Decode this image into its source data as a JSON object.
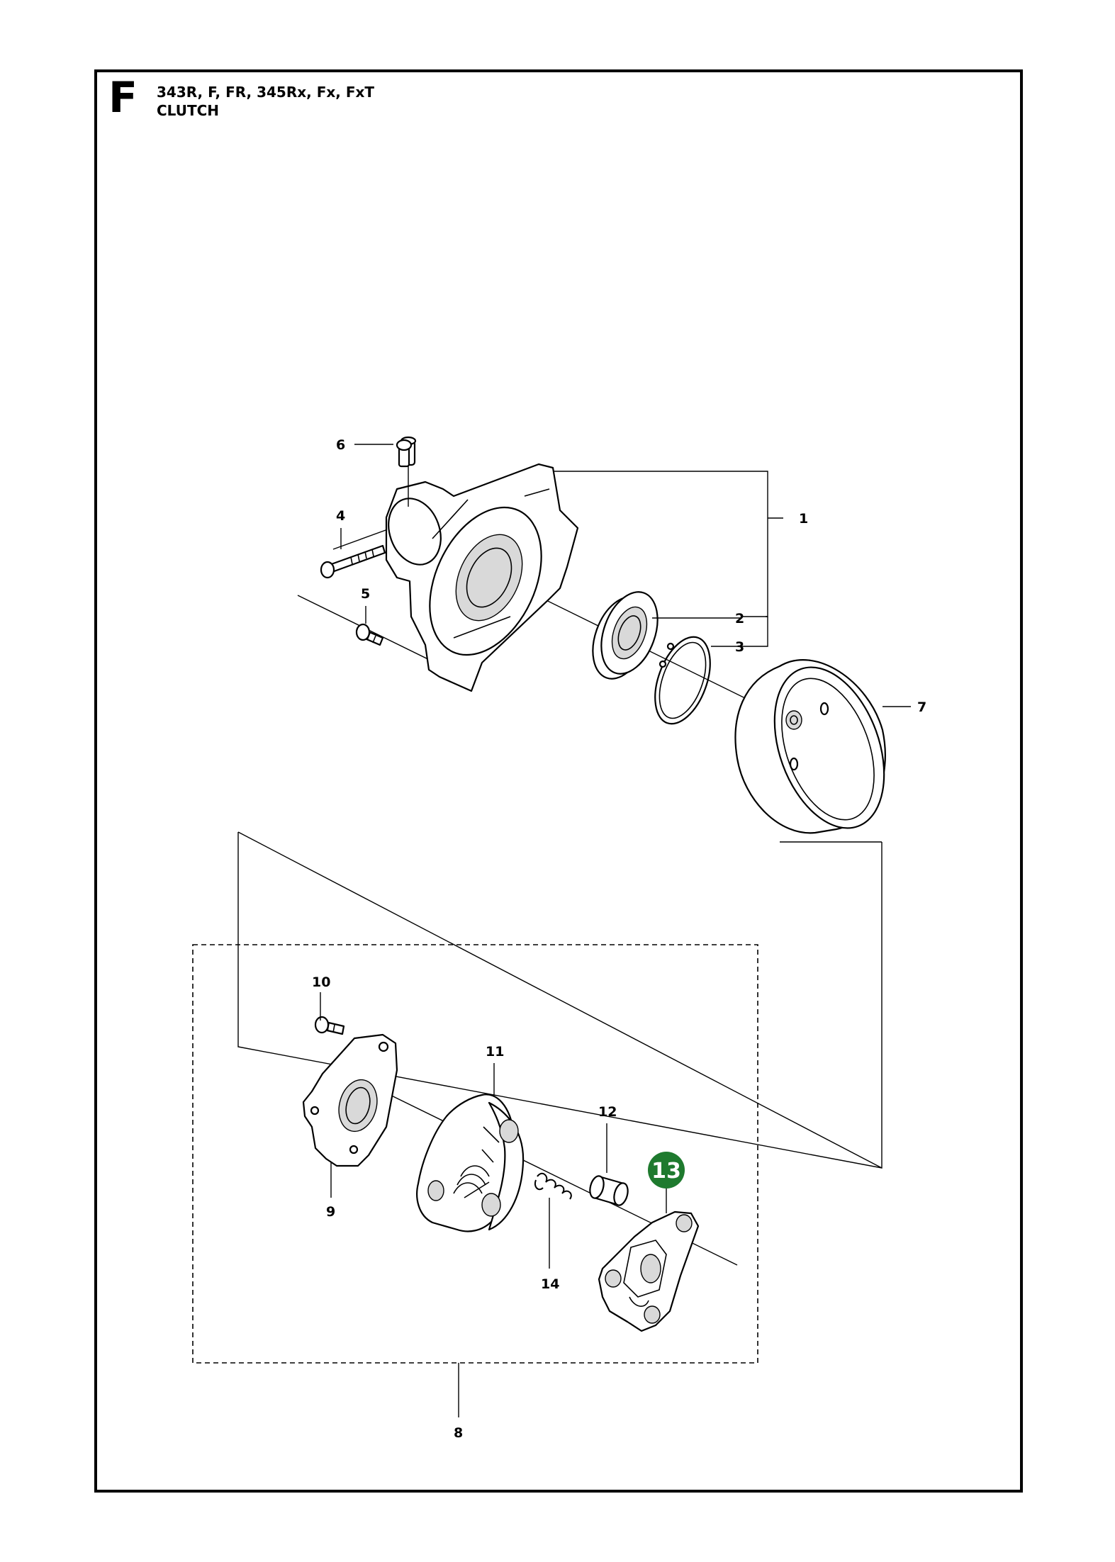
{
  "header": {
    "section_letter": "F",
    "models": "343R, F, FR, 345Rx, Fx, FxT",
    "title": "CLUTCH"
  },
  "callouts": [
    "1",
    "2",
    "3",
    "4",
    "5",
    "6",
    "7",
    "8",
    "9",
    "10",
    "11",
    "12",
    "13",
    "14"
  ],
  "highlight": {
    "label": "13",
    "color": "#1e7a2e",
    "text_color": "#ffffff"
  },
  "colors": {
    "line": "#000000",
    "background": "#ffffff",
    "shade": "#d9d9d9"
  }
}
